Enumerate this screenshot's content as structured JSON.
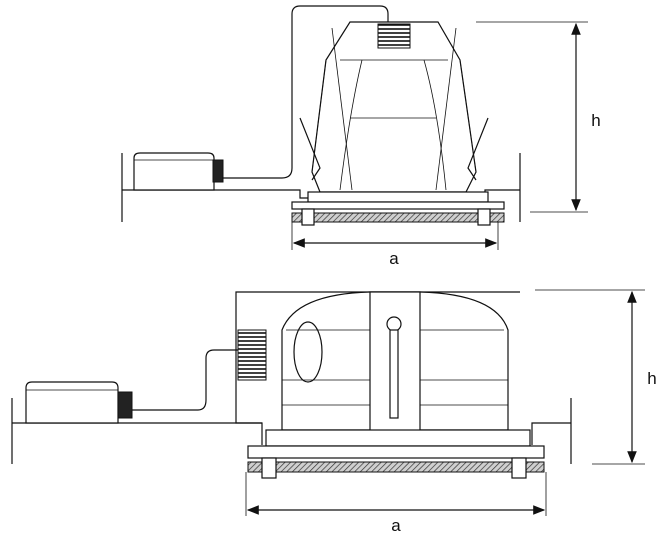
{
  "diagrams": [
    {
      "width_label": "a",
      "height_label": "h"
    },
    {
      "width_label": "a",
      "height_label": "h"
    }
  ],
  "colors": {
    "line": "#111111",
    "background": "#ffffff",
    "hatch": "#333333"
  }
}
